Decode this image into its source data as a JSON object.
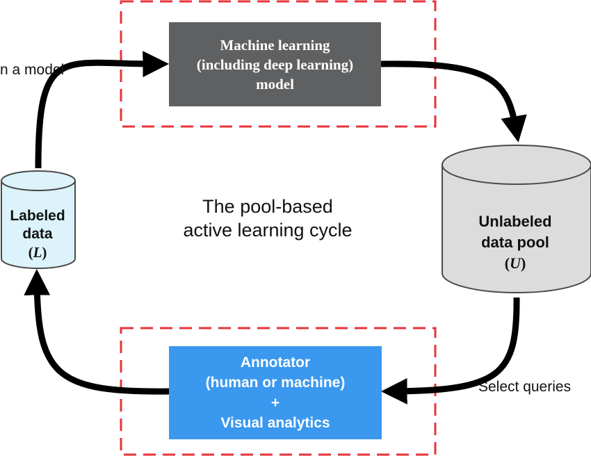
{
  "center_title": {
    "line1": "The pool-based",
    "line2": "active learning cycle"
  },
  "ml_model": {
    "line1": "Machine learning",
    "line2": "(including deep learning)",
    "line3": "model"
  },
  "annotator": {
    "line1": "Annotator",
    "line2": "(human or machine)",
    "line3": "+",
    "line4": "Visual analytics"
  },
  "labeled_data": {
    "line1": "Labeled",
    "line2": "data",
    "symbol": "L"
  },
  "unlabeled_pool": {
    "line1": "Unlabeled",
    "line2": "data pool",
    "symbol": "U"
  },
  "edges": {
    "train": "n a model",
    "select": "Select queries"
  },
  "colors": {
    "ml_box": "#5f6061",
    "annotator_box": "#3a98ef",
    "labeled_cylinder": "#dcf3fb",
    "unlabeled_cylinder": "#dcdcdc",
    "dashed_border": "#e8333a",
    "arrow": "#000000"
  }
}
